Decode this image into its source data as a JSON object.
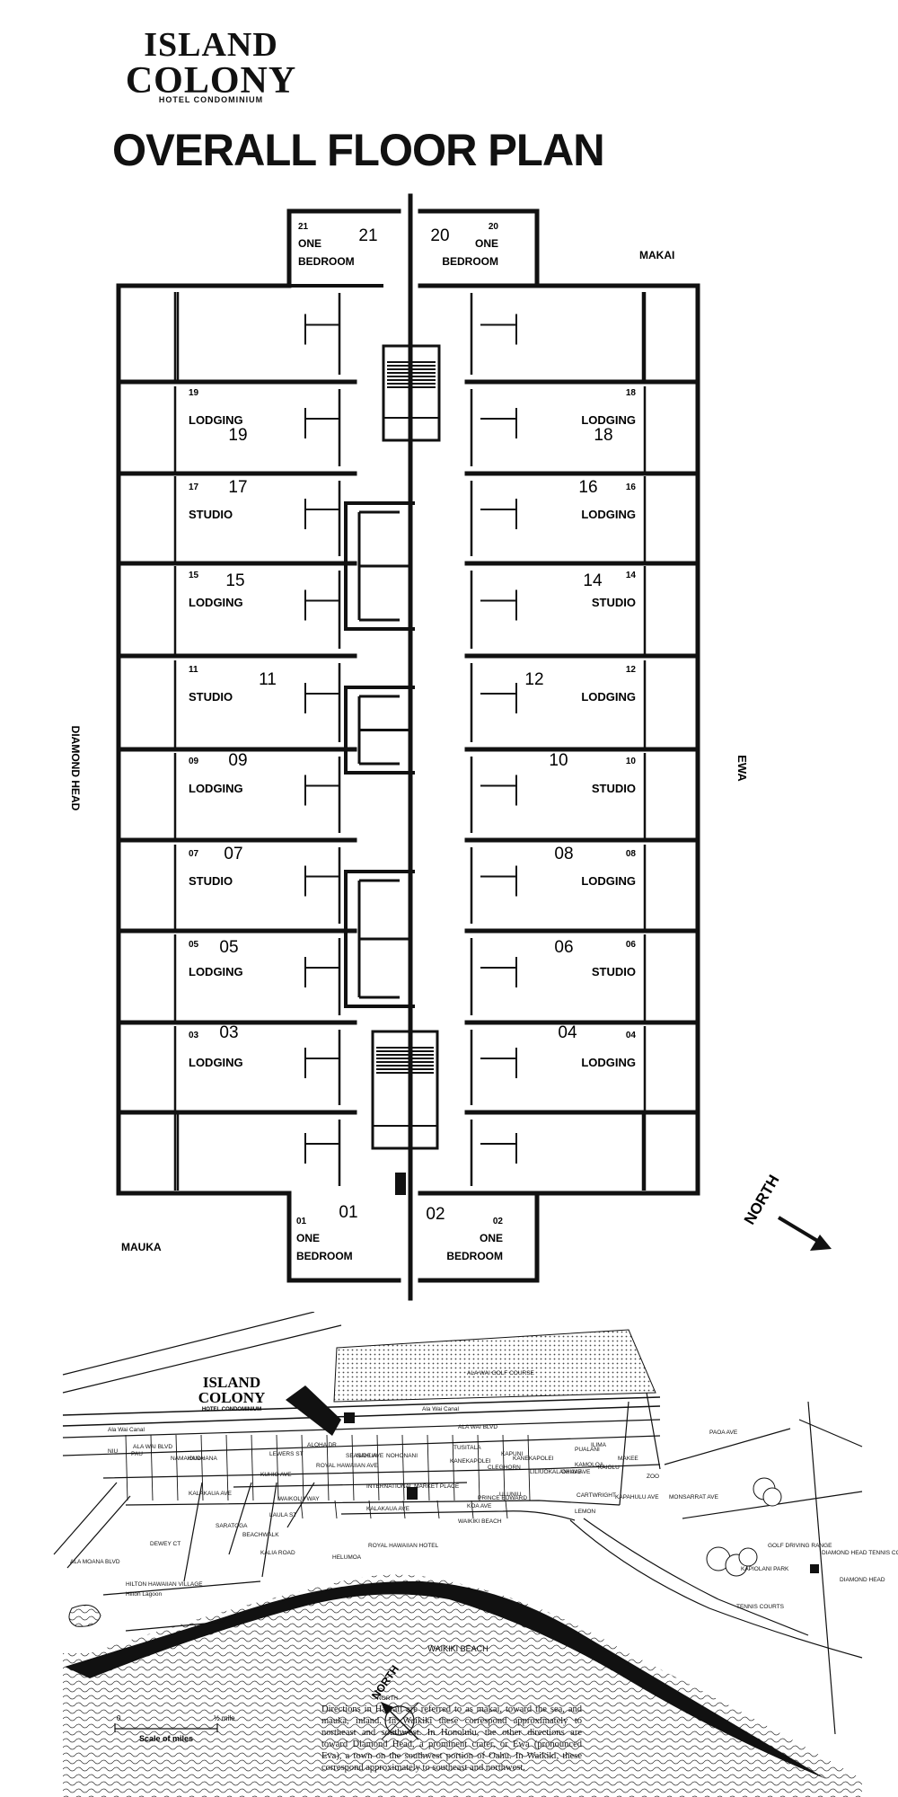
{
  "logo": {
    "line1": "ISLAND",
    "line2": "COLONY",
    "line3": "HOTEL CONDOMINIUM"
  },
  "title": "OVERALL FLOOR PLAN",
  "directions": {
    "makai": "MAKAI",
    "mauka": "MAUKA",
    "diamond_head": "DIAMOND HEAD",
    "ewa": "EWA",
    "north": "NORTH"
  },
  "units": [
    {
      "num": "21",
      "small": "21",
      "type": "ONE BEDROOM"
    },
    {
      "num": "20",
      "small": "20",
      "type": "ONE BEDROOM"
    },
    {
      "num": "19",
      "small": "19",
      "type": "LODGING"
    },
    {
      "num": "18",
      "small": "18",
      "type": "LODGING"
    },
    {
      "num": "17",
      "small": "17",
      "type": "STUDIO"
    },
    {
      "num": "16",
      "small": "16",
      "type": "LODGING"
    },
    {
      "num": "15",
      "small": "15",
      "type": "LODGING"
    },
    {
      "num": "14",
      "small": "14",
      "type": "STUDIO"
    },
    {
      "num": "11",
      "small": "11",
      "type": "STUDIO"
    },
    {
      "num": "12",
      "small": "12",
      "type": "LODGING"
    },
    {
      "num": "09",
      "small": "09",
      "type": "LODGING"
    },
    {
      "num": "10",
      "small": "10",
      "type": "STUDIO"
    },
    {
      "num": "07",
      "small": "07",
      "type": "STUDIO"
    },
    {
      "num": "08",
      "small": "08",
      "type": "LODGING"
    },
    {
      "num": "05",
      "small": "05",
      "type": "LODGING"
    },
    {
      "num": "06",
      "small": "06",
      "type": "STUDIO"
    },
    {
      "num": "03",
      "small": "03",
      "type": "LODGING"
    },
    {
      "num": "04",
      "small": "04",
      "type": "LODGING"
    },
    {
      "num": "01",
      "small": "01",
      "type": "ONE BEDROOM"
    },
    {
      "num": "02",
      "small": "02",
      "type": "ONE BEDROOM"
    }
  ],
  "map": {
    "logo1": "ISLAND",
    "logo2": "COLONY",
    "logo3": "HOTEL CONDOMINIUM",
    "streets": [
      "ALA WAI GOLF COURSE",
      "Ala Wai Canal",
      "Ala Wai Canal",
      "ALA WAI BLVD",
      "ALA WAI BLVD",
      "NIU",
      "PAU",
      "SEASIDE AVE",
      "ALOHA DR",
      "NAHUA",
      "ROYAL HAWAIIAN AVE",
      "NOHONANI",
      "KANEKAPOLEI",
      "NAMAHANA",
      "OLOHANA",
      "KUHIO AVE",
      "PRINCE EDWARD",
      "KALAKAUA AVE",
      "KALAKAUA AVE",
      "LEWERS ST",
      "KALIA ROAD",
      "HELUMOA",
      "INTERNATIONAL MARKET PLACE",
      "ROYAL HAWAIIAN HOTEL",
      "KOA AVE",
      "ULUNIU",
      "LILIUOKALANI AVE",
      "OHUA AVE",
      "CARTWRIGHT",
      "LEMON",
      "KAPAHULU AVE",
      "PAOA AVE",
      "MONSARRAT AVE",
      "ZOO",
      "KAPIOLANI PARK",
      "GOLF DRIVING RANGE",
      "DIAMOND HEAD TENNIS COURTS",
      "DIAMOND HEAD",
      "TENNIS COURTS",
      "HILTON HAWAIIAN VILLAGE",
      "Hilton Lagoon",
      "ALA MOANA BLVD",
      "DEWEY CT",
      "SARATOGA",
      "BEACHWALK",
      "TUSITALA",
      "CLEGHORN",
      "PUALANI",
      "KAMOLOA",
      "WAIKIKI BEACH",
      "NORTH",
      "ILIMA",
      "KAIOLU",
      "MAKEE",
      "KAPUNI",
      "KANEKAPOLEI",
      "WAIKOLU WAY",
      "LAULA ST"
    ],
    "scale_zero": "0",
    "scale_half": "½ mile",
    "scale_label": "Scale of miles",
    "waikiki_beach": "WAIKIKI BEACH",
    "north": "NORTH"
  },
  "description": "Directions in Hawaii are referred to as makai, toward the sea, and mauka, inland. In Waikiki these correspond approximately to northeast and southwest. In Honolulu, the other directions are toward Diamond Head, a prominent crater, or Ewa (pronounced Eva), a town on the southwest portion of Oahu. In Waikiki, these correspond approximately to southeast and northwest."
}
